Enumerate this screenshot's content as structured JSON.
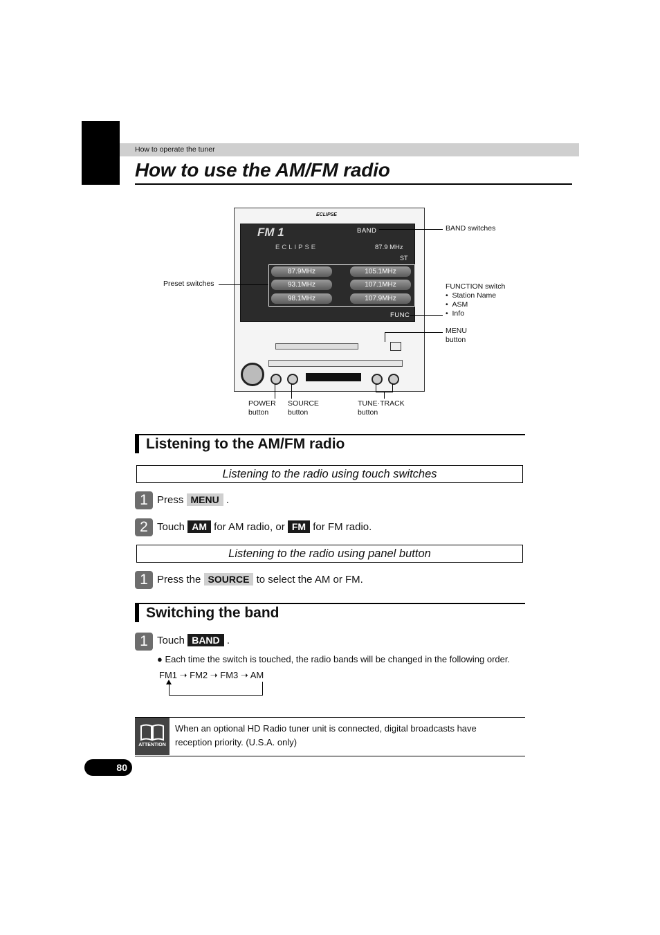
{
  "header": {
    "breadcrumb": "How to operate the tuner",
    "title": "How to use the AM/FM radio"
  },
  "figure": {
    "brand_top": "ECLIPSE",
    "screen": {
      "mode": "FM 1",
      "band_label": "BAND",
      "brand": "ECLIPSE",
      "frequency": "87.9 MHz",
      "stereo": "ST",
      "presets": [
        "87.9MHz",
        "105.1MHz",
        "93.1MHz",
        "107.1MHz",
        "98.1MHz",
        "107.9MHz"
      ],
      "func_label": "FUNC"
    },
    "callouts": {
      "band_switches": "BAND switches",
      "preset_switches": "Preset switches",
      "function_switch": "FUNCTION switch",
      "function_items": [
        "Station Name",
        "ASM",
        "Info"
      ],
      "menu_button": [
        "MENU",
        "button"
      ],
      "power_button": [
        "POWER",
        "button"
      ],
      "source_button": [
        "SOURCE",
        "button"
      ],
      "tune_track_button": [
        "TUNE·TRACK",
        "button"
      ]
    }
  },
  "section1": {
    "heading": "Listening to the AM/FM radio",
    "sub1": "Listening to the radio using touch switches",
    "step1": {
      "num": "1",
      "pre": "Press",
      "key": "MENU",
      "post": "."
    },
    "step2": {
      "num": "2",
      "pre": "Touch",
      "key1": "AM",
      "mid": "for AM radio, or",
      "key2": "FM",
      "post": "for FM radio."
    },
    "sub2": "Listening to the radio using panel button",
    "step3": {
      "num": "1",
      "pre": "Press the",
      "key": "SOURCE",
      "post": "to select the AM or FM."
    }
  },
  "section2": {
    "heading": "Switching the band",
    "step1": {
      "num": "1",
      "pre": "Touch",
      "key": "BAND",
      "post": "."
    },
    "bullet": "Each time the switch is touched, the radio bands will be changed in the following order.",
    "sequence": [
      "FM1",
      "FM2",
      "FM3",
      "AM"
    ]
  },
  "attention": {
    "icon_label": "ATTENTION",
    "text": "When an optional HD Radio tuner unit is connected, digital broadcasts have reception priority. (U.S.A. only)"
  },
  "page_number": "80"
}
